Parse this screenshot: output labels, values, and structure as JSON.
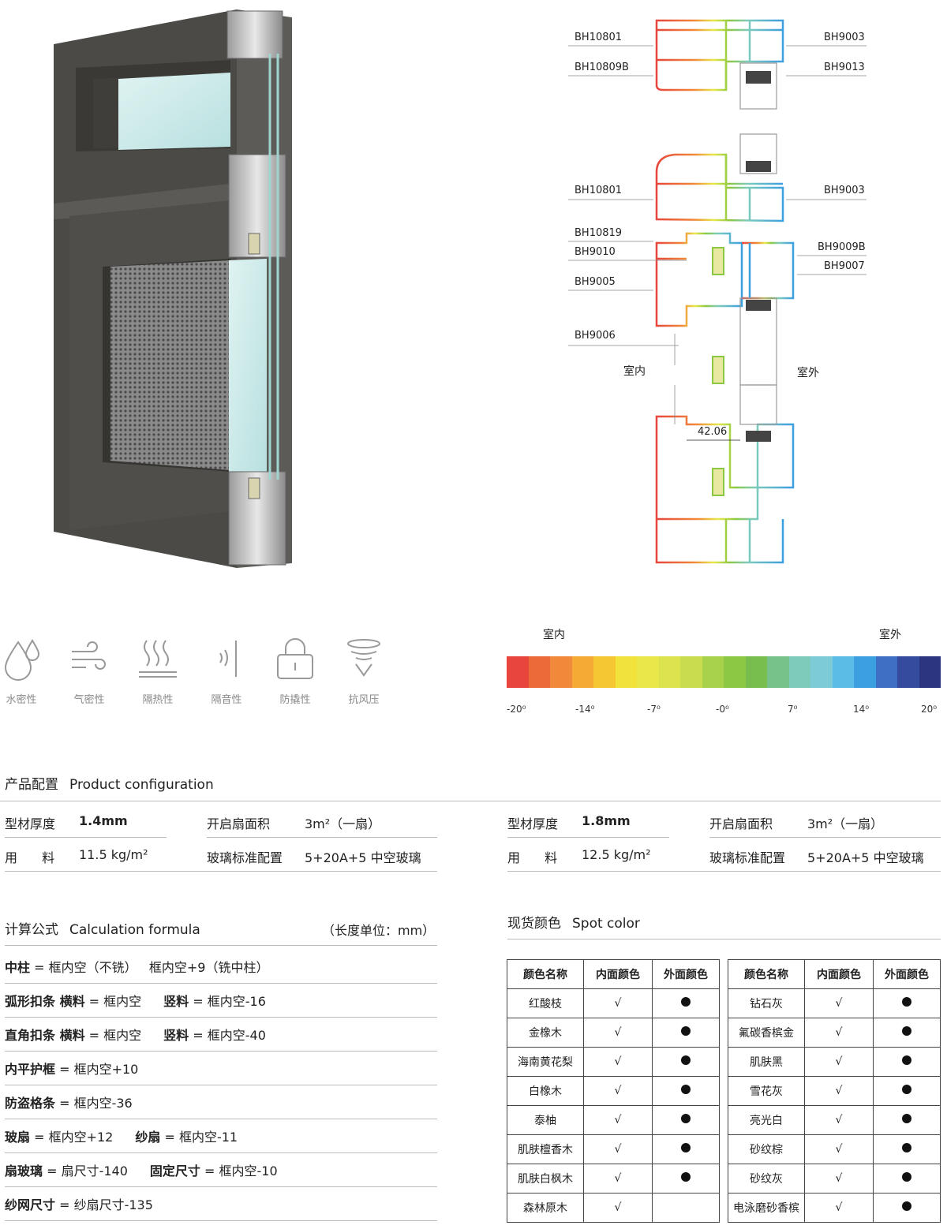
{
  "diagram": {
    "labels_left": [
      "BH10801",
      "BH10809B",
      "BH10801",
      "BH10819",
      "BH9010",
      "BH9005",
      "BH9006"
    ],
    "labels_right": [
      "BH9003",
      "BH9013",
      "BH9003",
      "BH9009B",
      "BH9007"
    ],
    "indoor": "室内",
    "outdoor": "室外",
    "dimension": "42.06"
  },
  "features": [
    {
      "label": "水密性",
      "icon": "water-drop-icon"
    },
    {
      "label": "气密性",
      "icon": "wind-icon"
    },
    {
      "label": "隔热性",
      "icon": "heat-icon"
    },
    {
      "label": "隔音性",
      "icon": "sound-icon"
    },
    {
      "label": "防撬性",
      "icon": "lock-icon"
    },
    {
      "label": "抗风压",
      "icon": "tornado-icon"
    }
  ],
  "temperature": {
    "indoor": "室内",
    "outdoor": "室外",
    "ticks": [
      "-20⁰",
      "-14⁰",
      "-7⁰",
      "-0⁰",
      "7⁰",
      "14⁰",
      "20⁰"
    ],
    "colors": [
      "#e8453c",
      "#ec6a3a",
      "#f08a3a",
      "#f4aa35",
      "#f5c833",
      "#f2e23c",
      "#e8e84a",
      "#dce34e",
      "#c9dc4f",
      "#a8d24b",
      "#8cc843",
      "#78be4f",
      "#76c28a",
      "#7ecbbc",
      "#7ccbd6",
      "#5bbde6",
      "#3b9fe0",
      "#3f6fc4",
      "#354b9e",
      "#2c3580"
    ]
  },
  "config": {
    "title_cn": "产品配置",
    "title_en": "Product configuration",
    "left": {
      "thickness_label": "型材厚度",
      "thickness_value": "1.4mm",
      "area_label": "开启扇面积",
      "area_value": "3m²（一扇）",
      "material_label": "用 料",
      "material_value": "11.5 kg/m²",
      "glass_label": "玻璃标准配置",
      "glass_value": "5+20A+5 中空玻璃"
    },
    "right": {
      "thickness_label": "型材厚度",
      "thickness_value": "1.8mm",
      "area_label": "开启扇面积",
      "area_value": "3m²（一扇）",
      "material_label": "用 料",
      "material_value": "12.5 kg/m²",
      "glass_label": "玻璃标准配置",
      "glass_value": "5+20A+5 中空玻璃"
    }
  },
  "formula": {
    "title_cn": "计算公式",
    "title_en": "Calculation formula",
    "unit": "（长度单位：mm）",
    "rows": [
      {
        "k1": "中柱",
        "v1": " = 框内空（不铣）   框内空+9（铣中柱）",
        "k2": "",
        "v2": ""
      },
      {
        "k1": "弧形扣条 横料",
        "v1": " = 框内空",
        "k2": "竖料",
        "v2": " = 框内空-16"
      },
      {
        "k1": "直角扣条 横料",
        "v1": " = 框内空",
        "k2": "竖料",
        "v2": " = 框内空-40"
      },
      {
        "k1": "内平护框",
        "v1": " = 框内空+10",
        "k2": "",
        "v2": ""
      },
      {
        "k1": "防盗格条",
        "v1": " = 框内空-36",
        "k2": "",
        "v2": ""
      },
      {
        "k1": "玻扇",
        "v1": " = 框内空+12",
        "k2": "纱扇",
        "v2": " = 框内空-11"
      },
      {
        "k1": "扇玻璃",
        "v1": " = 扇尺寸-140",
        "k2": "固定尺寸",
        "v2": " = 框内空-10"
      },
      {
        "k1": "纱网尺寸",
        "v1": " = 纱扇尺寸-135",
        "k2": "",
        "v2": ""
      }
    ]
  },
  "spot": {
    "title_cn": "现货颜色",
    "title_en": "Spot color",
    "headers": [
      "颜色名称",
      "内面颜色",
      "外面颜色"
    ],
    "check": "√",
    "left_rows": [
      {
        "name": "红酸枝",
        "inner": true,
        "outer": true
      },
      {
        "name": "金橡木",
        "inner": true,
        "outer": true
      },
      {
        "name": "海南黄花梨",
        "inner": true,
        "outer": true
      },
      {
        "name": "白橡木",
        "inner": true,
        "outer": true
      },
      {
        "name": "泰柚",
        "inner": true,
        "outer": true
      },
      {
        "name": "肌肤檀香木",
        "inner": true,
        "outer": true
      },
      {
        "name": "肌肤白枫木",
        "inner": true,
        "outer": true
      },
      {
        "name": "森林原木",
        "inner": true,
        "outer": false
      }
    ],
    "right_rows": [
      {
        "name": "钻石灰",
        "inner": true,
        "outer": true
      },
      {
        "name": "氟碳香槟金",
        "inner": true,
        "outer": true
      },
      {
        "name": "肌肤黑",
        "inner": true,
        "outer": true
      },
      {
        "name": "雪花灰",
        "inner": true,
        "outer": true
      },
      {
        "name": "亮光白",
        "inner": true,
        "outer": true
      },
      {
        "name": "砂纹棕",
        "inner": true,
        "outer": true
      },
      {
        "name": "砂纹灰",
        "inner": true,
        "outer": true
      },
      {
        "name": "电泳磨砂香槟",
        "inner": true,
        "outer": true
      }
    ]
  }
}
